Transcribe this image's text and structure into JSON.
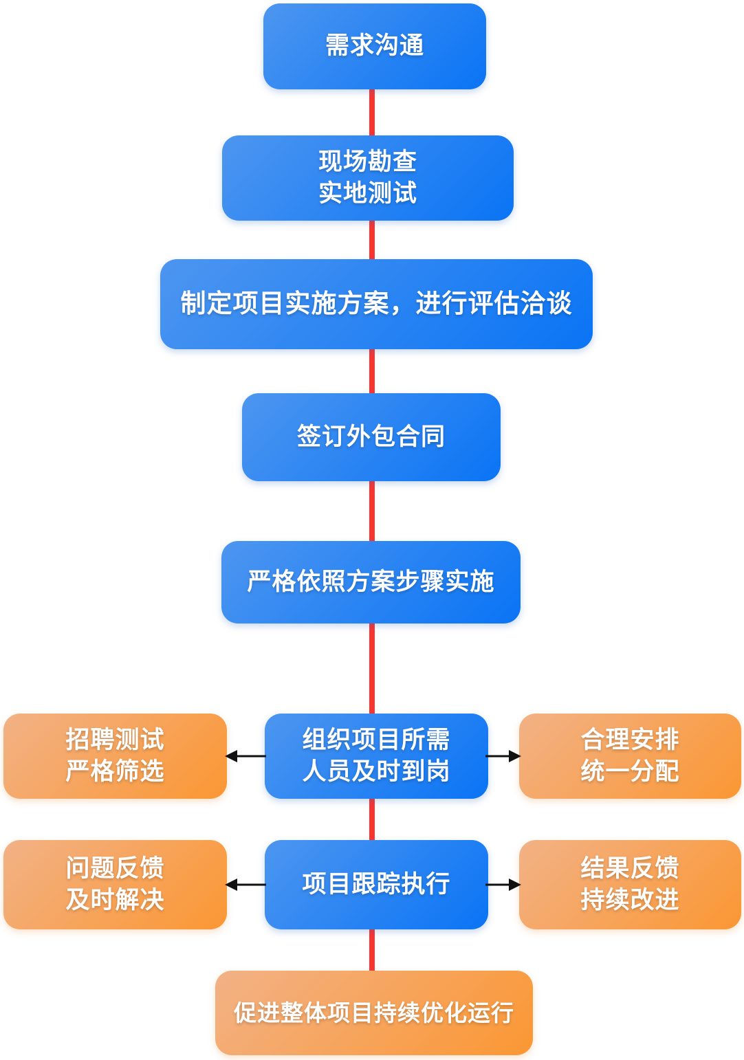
{
  "colors": {
    "blue_start": "#4d96f0",
    "blue_end": "#0a74f5",
    "orange_start": "#f2b286",
    "orange_end": "#fb9733",
    "line_red": "#fa3530",
    "arrow_black": "#111111",
    "text_white": "#ffffff"
  },
  "flow": {
    "main_steps": [
      {
        "lines": [
          "需求沟通"
        ]
      },
      {
        "lines": [
          "现场勘查",
          "实地测试"
        ]
      },
      {
        "lines": [
          "制定项目实施方案，进行评估洽谈"
        ]
      },
      {
        "lines": [
          "签订外包合同"
        ]
      },
      {
        "lines": [
          "严格依照方案步骤实施"
        ]
      },
      {
        "lines": [
          "组织项目所需",
          "人员及时到岗"
        ]
      },
      {
        "lines": [
          "项目跟踪执行"
        ]
      },
      {
        "lines": [
          "促进整体项目持续优化运行"
        ]
      }
    ],
    "side_steps": [
      {
        "position": "row1-left",
        "lines": [
          "招聘测试",
          "严格筛选"
        ]
      },
      {
        "position": "row1-right",
        "lines": [
          "合理安排",
          "统一分配"
        ]
      },
      {
        "position": "row2-left",
        "lines": [
          "问题反馈",
          "及时解决"
        ]
      },
      {
        "position": "row2-right",
        "lines": [
          "结果反馈",
          "持续改进"
        ]
      }
    ]
  }
}
